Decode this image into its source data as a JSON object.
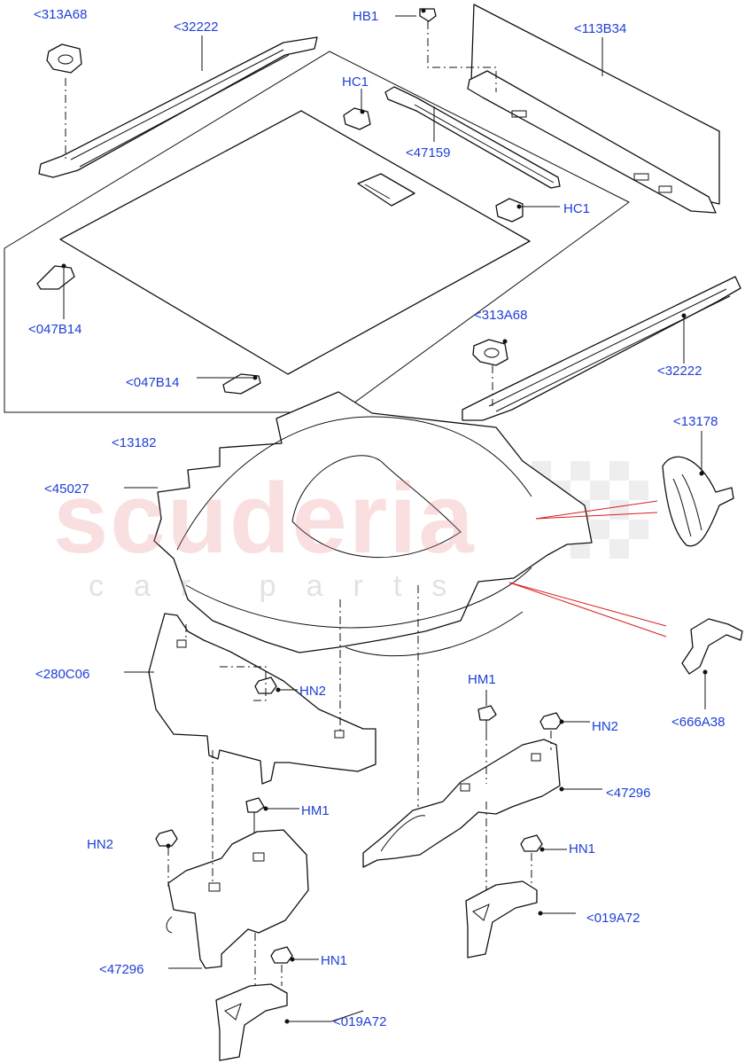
{
  "watermark": {
    "brand": "scuderia",
    "sub": "car parts"
  },
  "labels": {
    "l313A68_top": "<313A68",
    "l32222_top": "<32222",
    "lHB1": "HB1",
    "l113B34": "<113B34",
    "lHC1_top": "HC1",
    "l47159": "<47159",
    "lHC1_right": "HC1",
    "l047B14_left": "<047B14",
    "l047B14_bottom": "<047B14",
    "l313A68_mid": "<313A68",
    "l32222_mid": "<32222",
    "l13182": "<13182",
    "l13178": "<13178",
    "l45027": "<45027",
    "l280C06": "<280C06",
    "lHN2_a": "HN2",
    "lHM1_a": "HM1",
    "lHN2_b": "HN2",
    "l666A38": "<666A38",
    "l47296_right": "<47296",
    "lHM1_b": "HM1",
    "lHN2_c": "HN2",
    "lHN1_a": "HN1",
    "l019A72_right": "<019A72",
    "l47296_left": "<47296",
    "lHN1_b": "HN1",
    "l019A72_bottom": "<019A72"
  }
}
